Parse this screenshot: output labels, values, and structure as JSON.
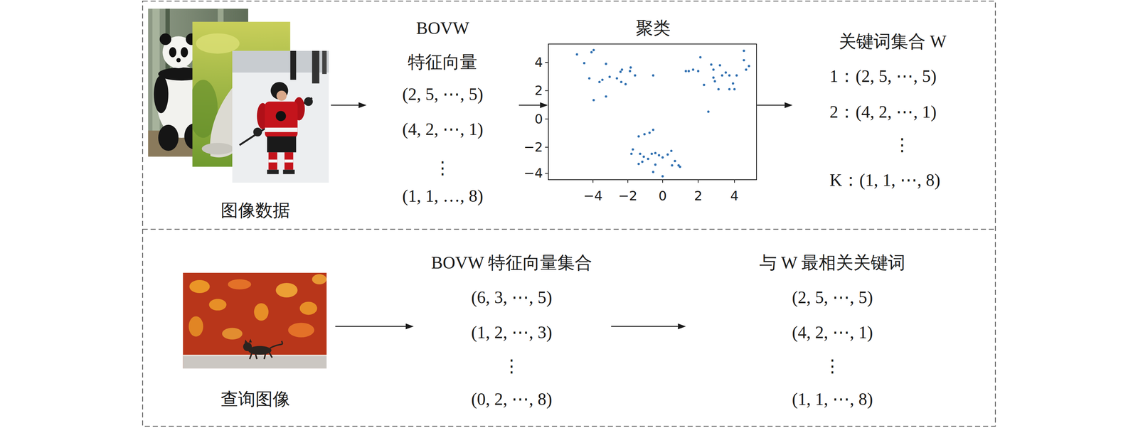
{
  "diagram": {
    "nodes": [
      {
        "text": [
          "图像数据"
        ]
      },
      {
        "text": [
          "BOVW 特征向量",
          "(2, 5, ⋯, 5)",
          "(4, 2, ⋯, 1)",
          "⋮",
          "(1, 1, …, 8)"
        ]
      },
      {
        "text": [
          "聚类"
        ]
      },
      {
        "text": [
          "关键词集合 W",
          "1：(2, 5, ⋯, 5)",
          "2：(4, 2, ⋯, 1)",
          "⋮",
          "K：(1, 1, ⋯, 8)"
        ]
      },
      {
        "text": [
          "查询图像"
        ]
      },
      {
        "text": [
          "BOVW 特征向量集合",
          "(6, 3, ⋯, 5)",
          "(1, 2, ⋯, 3)",
          "⋮",
          "(0, 2, ⋯, 8)"
        ]
      },
      {
        "text": [
          "与 W 最相关关键词",
          "(2, 5, ⋯, 5)",
          "(4, 2, ⋯, 1)",
          "⋮",
          "(1, 1, ⋯, 8)"
        ]
      }
    ],
    "edges": [
      {
        "from": 0,
        "to": 1,
        "arrow": "to"
      },
      {
        "from": 1,
        "to": 2,
        "arrow": "to"
      },
      {
        "from": 2,
        "to": 3,
        "arrow": "to"
      },
      {
        "from": 4,
        "to": 5,
        "arrow": "to"
      },
      {
        "from": 5,
        "to": 6,
        "arrow": "to"
      }
    ],
    "labels": [
      "−4",
      "−2",
      "0",
      "2",
      "4",
      "4",
      "2",
      "0",
      "−2",
      "−4"
    ]
  }
}
